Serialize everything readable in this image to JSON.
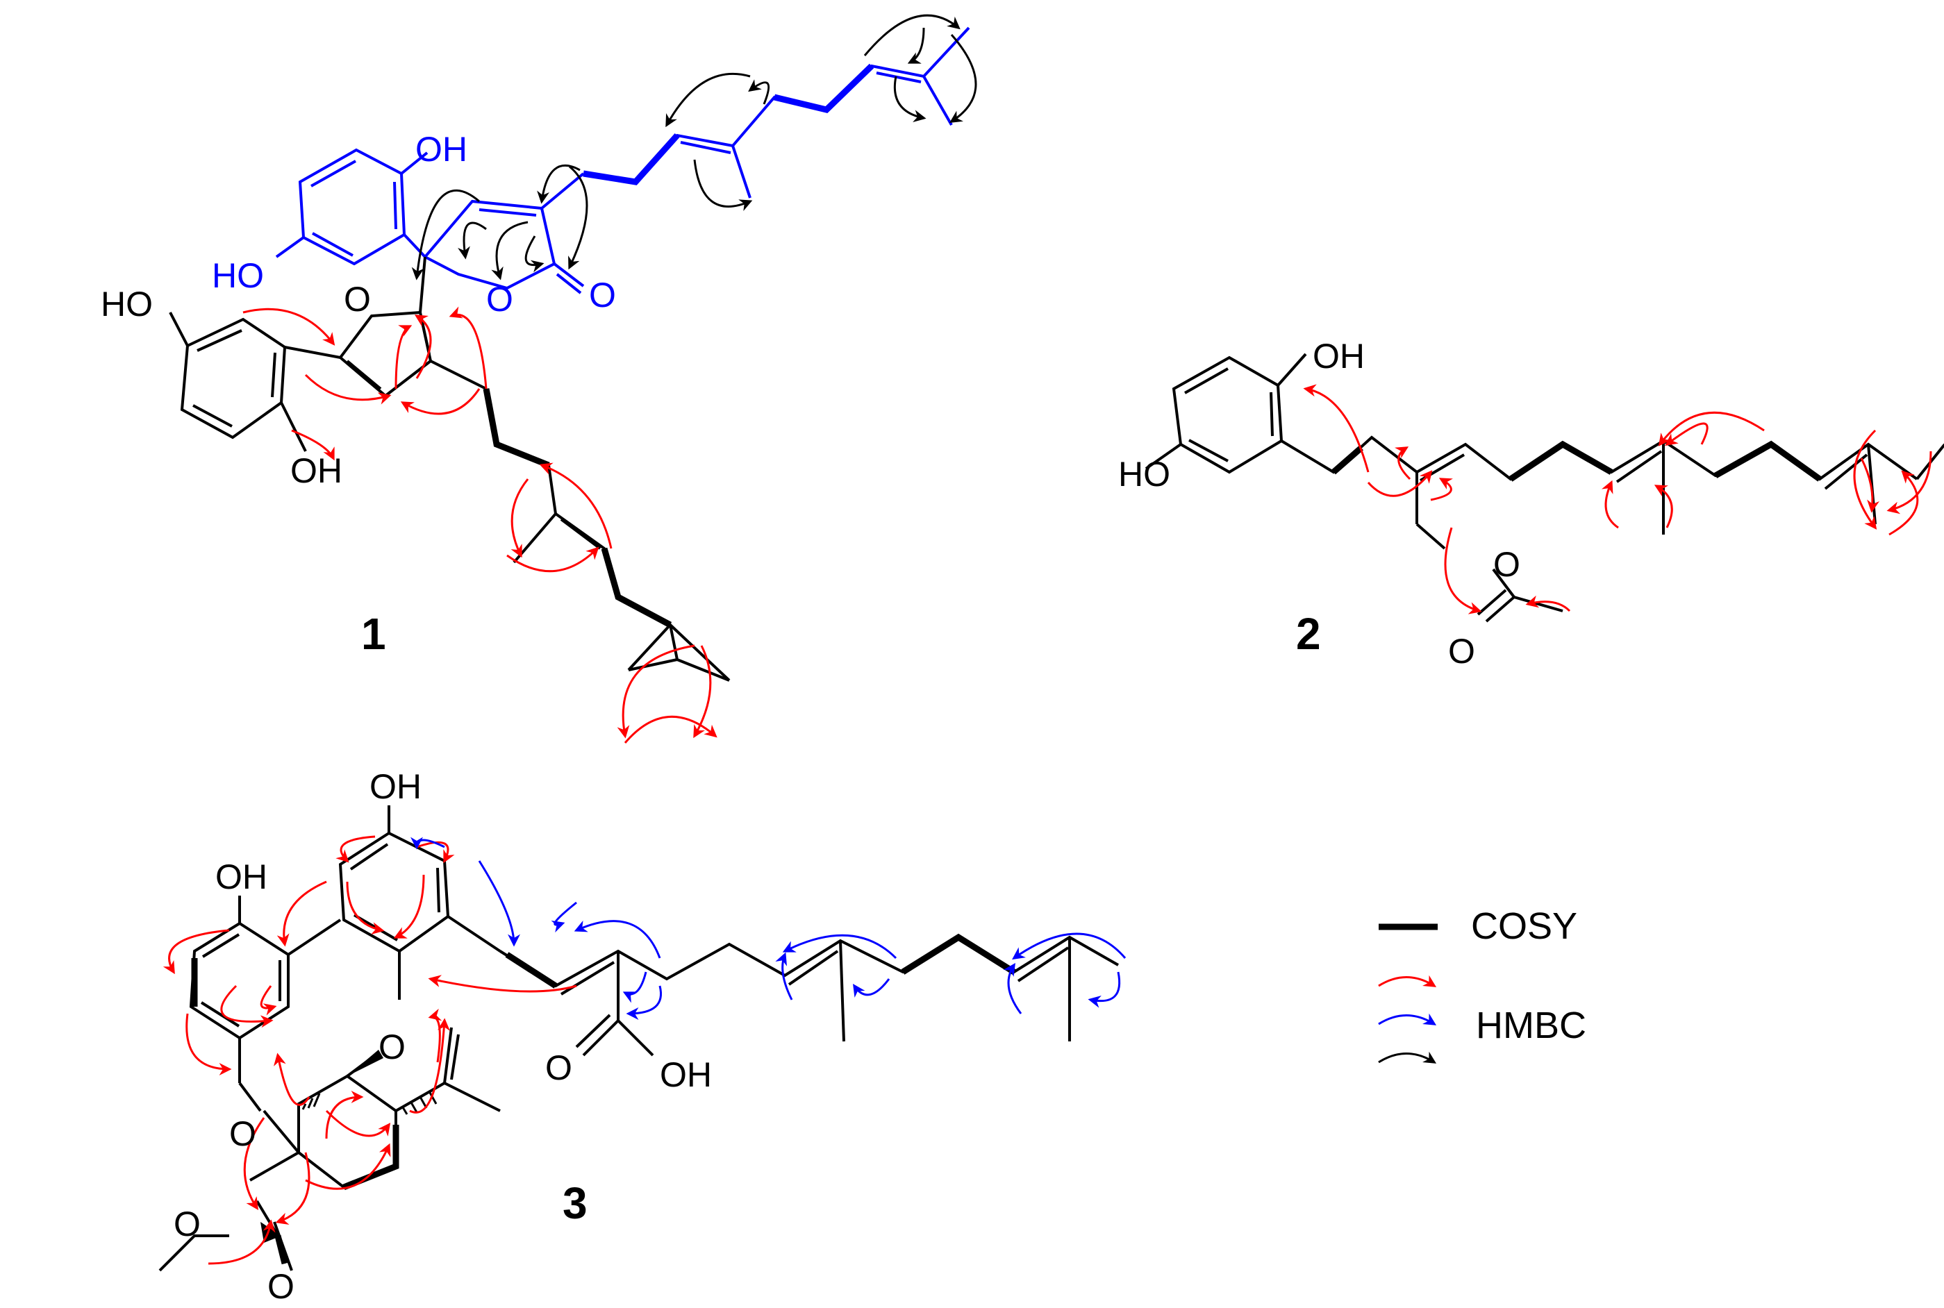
{
  "compounds": [
    {
      "id": "1",
      "atoms": {
        "oh_a": "OH",
        "ho_a": "HO",
        "o_furan": "O",
        "o_lactone": "O",
        "o_carbonyl": "O",
        "ho_b": "HO",
        "oh_b": "OH"
      }
    },
    {
      "id": "2",
      "atoms": {
        "oh": "OH",
        "ho": "HO",
        "o_ester": "O",
        "o_carbonyl": "O"
      }
    },
    {
      "id": "3",
      "atoms": {
        "oh_top": "OH",
        "oh_left": "OH",
        "o_ring": "O",
        "o_ether": "O",
        "o_me": "O",
        "o_carbonyl": "O",
        "o_acid": "O",
        "oh_acid": "OH"
      }
    }
  ],
  "legend": [
    {
      "label": "COSY",
      "color": "#000000",
      "kind": "bond"
    },
    {
      "label": "HMBC",
      "color": "#ff0000",
      "kind": "arrow"
    },
    {
      "label": "",
      "color": "#0000ff",
      "kind": "arrow"
    },
    {
      "label": "",
      "color": "#000000",
      "kind": "arrow"
    }
  ],
  "colors": {
    "bond": "#000000",
    "blue_fragment": "#0000ff",
    "hmbc_red": "#ff0000",
    "hmbc_blue": "#0000ff",
    "hmbc_black": "#000000"
  }
}
